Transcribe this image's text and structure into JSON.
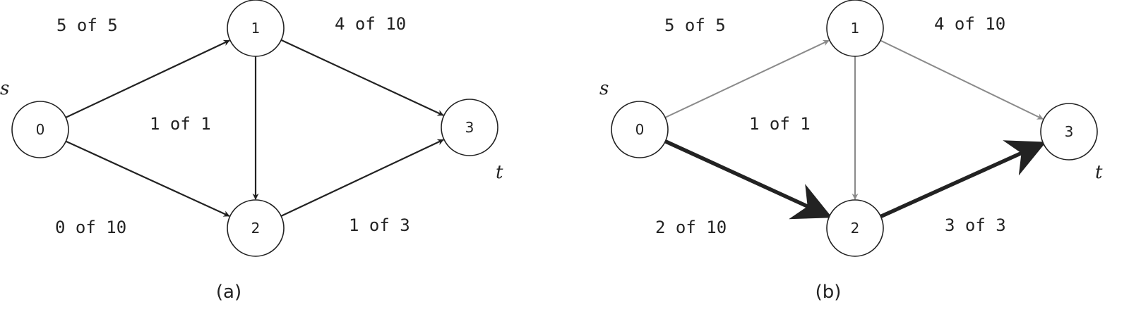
{
  "colors": {
    "dark": "#222222",
    "gray": "#8a8a8a"
  },
  "panels": [
    {
      "caption": "(a)",
      "source_label": "s",
      "sink_label": "t",
      "nodes": [
        {
          "id": "0",
          "label": "0"
        },
        {
          "id": "1",
          "label": "1"
        },
        {
          "id": "2",
          "label": "2"
        },
        {
          "id": "3",
          "label": "3"
        }
      ],
      "edges": [
        {
          "from": "0",
          "to": "1",
          "label": "5 of 5",
          "style": "normal"
        },
        {
          "from": "1",
          "to": "3",
          "label": "4 of 10",
          "style": "normal"
        },
        {
          "from": "1",
          "to": "2",
          "label": "1 of 1",
          "style": "normal"
        },
        {
          "from": "0",
          "to": "2",
          "label": "0 of 10",
          "style": "normal"
        },
        {
          "from": "2",
          "to": "3",
          "label": "1 of 3",
          "style": "normal"
        }
      ]
    },
    {
      "caption": "(b)",
      "source_label": "s",
      "sink_label": "t",
      "nodes": [
        {
          "id": "0",
          "label": "0"
        },
        {
          "id": "1",
          "label": "1"
        },
        {
          "id": "2",
          "label": "2"
        },
        {
          "id": "3",
          "label": "3"
        }
      ],
      "edges": [
        {
          "from": "0",
          "to": "1",
          "label": "5 of 5",
          "style": "gray"
        },
        {
          "from": "1",
          "to": "3",
          "label": "4 of 10",
          "style": "gray"
        },
        {
          "from": "1",
          "to": "2",
          "label": "1 of 1",
          "style": "gray"
        },
        {
          "from": "0",
          "to": "2",
          "label": "2 of 10",
          "style": "bold"
        },
        {
          "from": "2",
          "to": "3",
          "label": "3 of 3",
          "style": "bold"
        }
      ]
    }
  ]
}
